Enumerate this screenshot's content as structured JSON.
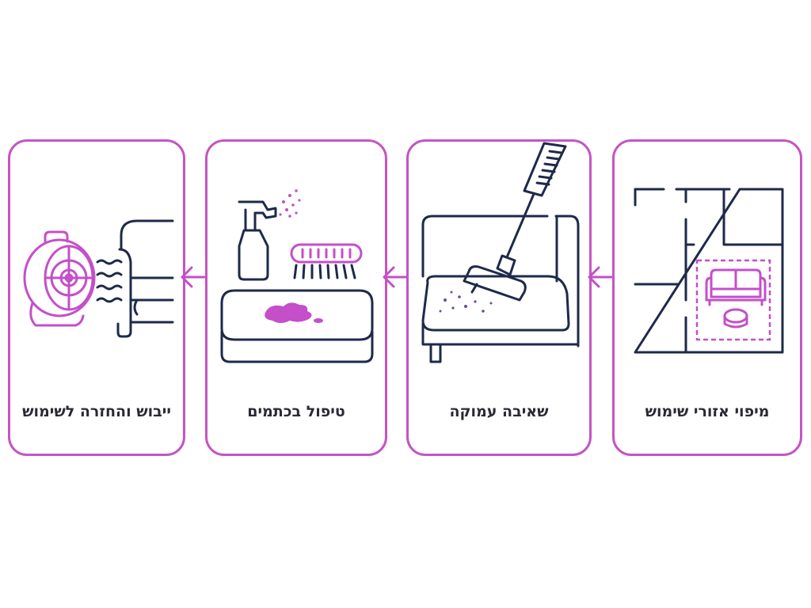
{
  "steps": [
    {
      "label": "מיפוי אזורי שימוש",
      "icon": "floor-plan-icon"
    },
    {
      "label": "שאיבה עמוקה",
      "icon": "vacuum-sofa-icon"
    },
    {
      "label": "טיפול בכתמים",
      "icon": "stain-treatment-icon"
    },
    {
      "label": "ייבוש והחזרה לשימוש",
      "icon": "dryer-fan-icon"
    }
  ],
  "colors": {
    "accent": "#c455c4",
    "line": "#1e2a4a",
    "text": "#2a2a35"
  }
}
